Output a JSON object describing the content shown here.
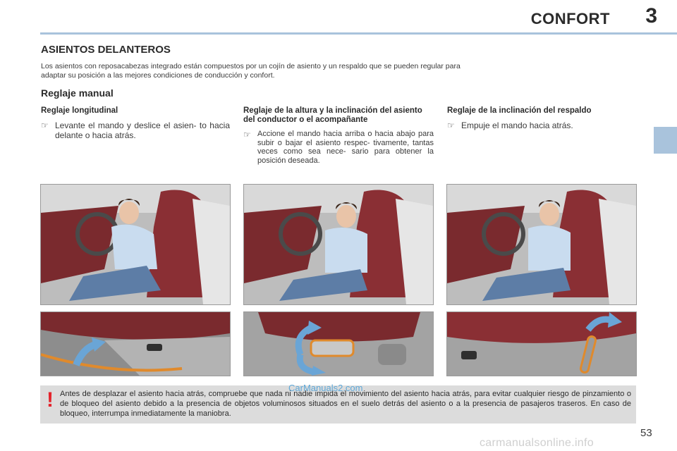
{
  "header": {
    "title": "CONFORT",
    "chapter_number": "3"
  },
  "section": {
    "title": "ASIENTOS DELANTEROS",
    "intro": "Los asientos con reposacabezas integrado están compuestos por un cojín de asiento y un respaldo que se pueden regular para adaptar su posición a las mejores condiciones de conducción y confort."
  },
  "subsection": {
    "title": "Reglaje manual"
  },
  "columns": [
    {
      "heading": "Reglaje longitudinal",
      "bullet_icon": "pointing-hand-icon",
      "text": "Levante el mando y deslice el asien- to hacia delante o hacia atrás."
    },
    {
      "heading": "Reglaje de la altura y la inclinación del asiento del conductor o el acompañante",
      "bullet_icon": "pointing-hand-icon",
      "text": "Accione el mando hacia arriba o hacia abajo para subir o bajar el asiento respec- tivamente, tantas veces como sea nece- sario para obtener la posición deseada."
    },
    {
      "heading": "Reglaje de la inclinación del respaldo",
      "bullet_icon": "pointing-hand-icon",
      "text": "Empuje el mando hacia atrás."
    }
  ],
  "warning": {
    "icon": "exclamation-icon",
    "text": "Antes de desplazar el asiento hacia atrás, compruebe que nada ni nadie impida el movimiento del asiento hacia atrás, para evitar cualquier riesgo de pinzamiento o de bloqueo del asiento debido a la presencia de objetos voluminosos situados en el suelo detrás del asiento o a la presencia de pasajeros traseros. En caso de bloqueo, interrumpa inmediatamente la maniobra."
  },
  "watermark_center": "CarManuals2.com",
  "page_number": "53",
  "watermark_footer": "carmanualsonline.info",
  "colors": {
    "header_rule": "#a9c3dc",
    "seat_leather": "#8a2f34",
    "warning_red": "#e4232b",
    "arrow_blue": "#6aa5d6",
    "control_highlight": "#e08a2c"
  }
}
